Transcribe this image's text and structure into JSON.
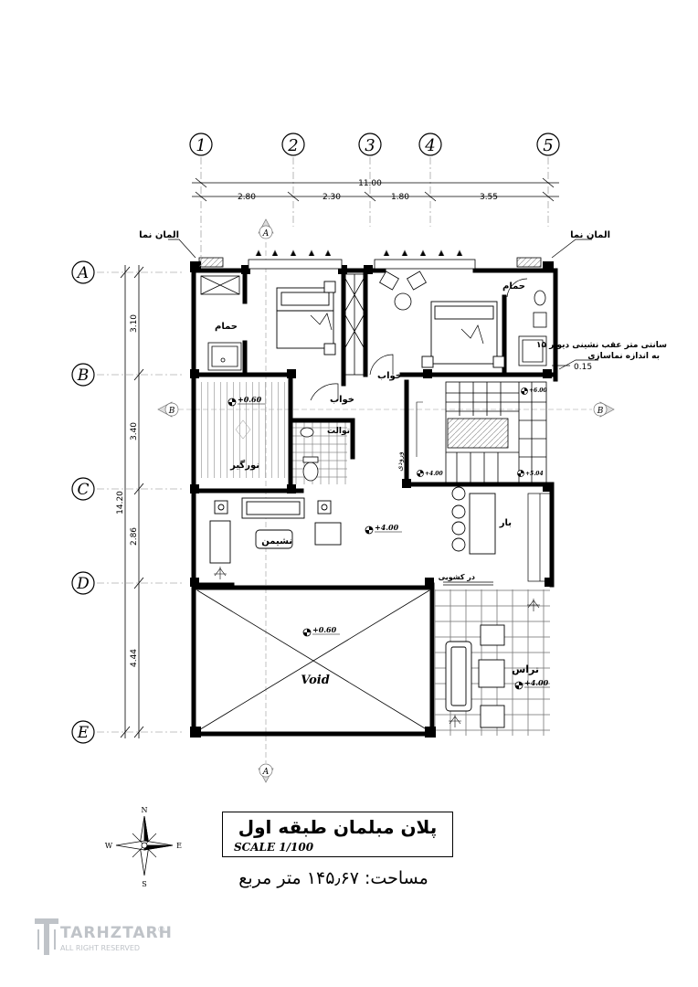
{
  "grid": {
    "columns": [
      "1",
      "2",
      "3",
      "4",
      "5"
    ],
    "rows": [
      "A",
      "B",
      "C",
      "D",
      "E"
    ]
  },
  "dimensions": {
    "total_width": "11.00",
    "col_spans": [
      "2.80",
      "2.30",
      "1.80",
      "3.55"
    ],
    "total_height": "14.20",
    "row_spans": [
      "3.10",
      "3.40",
      "2.86",
      "4.44"
    ],
    "offset": "0.15"
  },
  "rooms": {
    "bath_left": "حمام",
    "bath_right": "حمام",
    "bedroom_1": "خواب",
    "bedroom_2": "خواب",
    "toilet": "توالت",
    "skylight": "نورگیر",
    "living": "نشیمن",
    "bar": "بار",
    "terrace": "تراس",
    "void": "Void",
    "sliding_door": "در کشویی",
    "stairs_note": "ورودی",
    "facade_left": "المان نما",
    "facade_right": "المان نما"
  },
  "levels": {
    "skylight": "+0.60",
    "living": "+4.00",
    "void": "+0.60",
    "terrace": "+4.00",
    "stair_top": "+6.00",
    "stair_left": "+4.00",
    "stair_right": "+5.04"
  },
  "notes": {
    "wall_note_line1": "۱۵ سانتی متر عقب نشینی دیوار",
    "wall_note_line2": "به اندازه نماسازی"
  },
  "sections": {
    "a_top": "A",
    "a_bottom": "A",
    "b_left": "B",
    "b_right": "B"
  },
  "title": {
    "main": "پلان مبلمان طبقه اول",
    "scale": "SCALE 1/100",
    "area": "مساحت: ۱۴۵٫۶۷ متر مربع"
  },
  "compass": {
    "n": "N",
    "e": "E",
    "s": "S",
    "w": "W"
  },
  "brand": {
    "name": "TARHZTARH",
    "sub": "ALL RIGHT RESERVED",
    "reg": "®"
  }
}
